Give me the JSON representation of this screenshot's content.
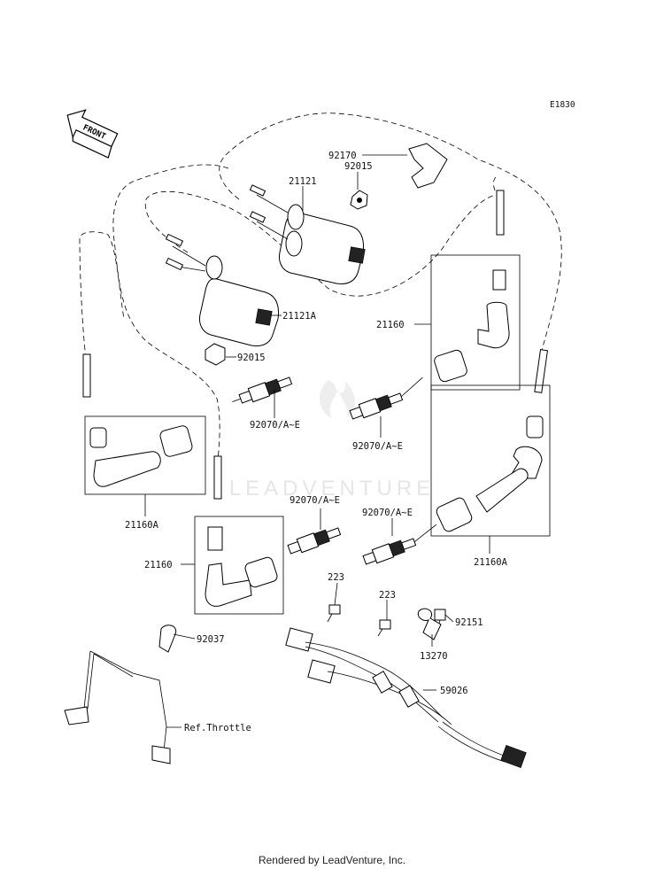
{
  "diagram_code": "E1830",
  "front_label": "FRONT",
  "watermark": "LEADVENTURE",
  "footer": "Rendered by LeadVenture, Inc.",
  "callouts": {
    "c92170": "92170",
    "c92015a": "92015",
    "c21121": "21121",
    "c21121a": "21121A",
    "c92015b": "92015",
    "c21160a": "21160",
    "c92070a": "92070/A~E",
    "c92070b": "92070/A~E",
    "c21160A_left": "21160A",
    "c92070c": "92070/A~E",
    "c92070d": "92070/A~E",
    "c21160b": "21160",
    "c21160A_right": "21160A",
    "c223a": "223",
    "c223b": "223",
    "c92151": "92151",
    "c13270": "13270",
    "c92037": "92037",
    "c59026": "59026",
    "cthrottle": "Ref.Throttle"
  }
}
